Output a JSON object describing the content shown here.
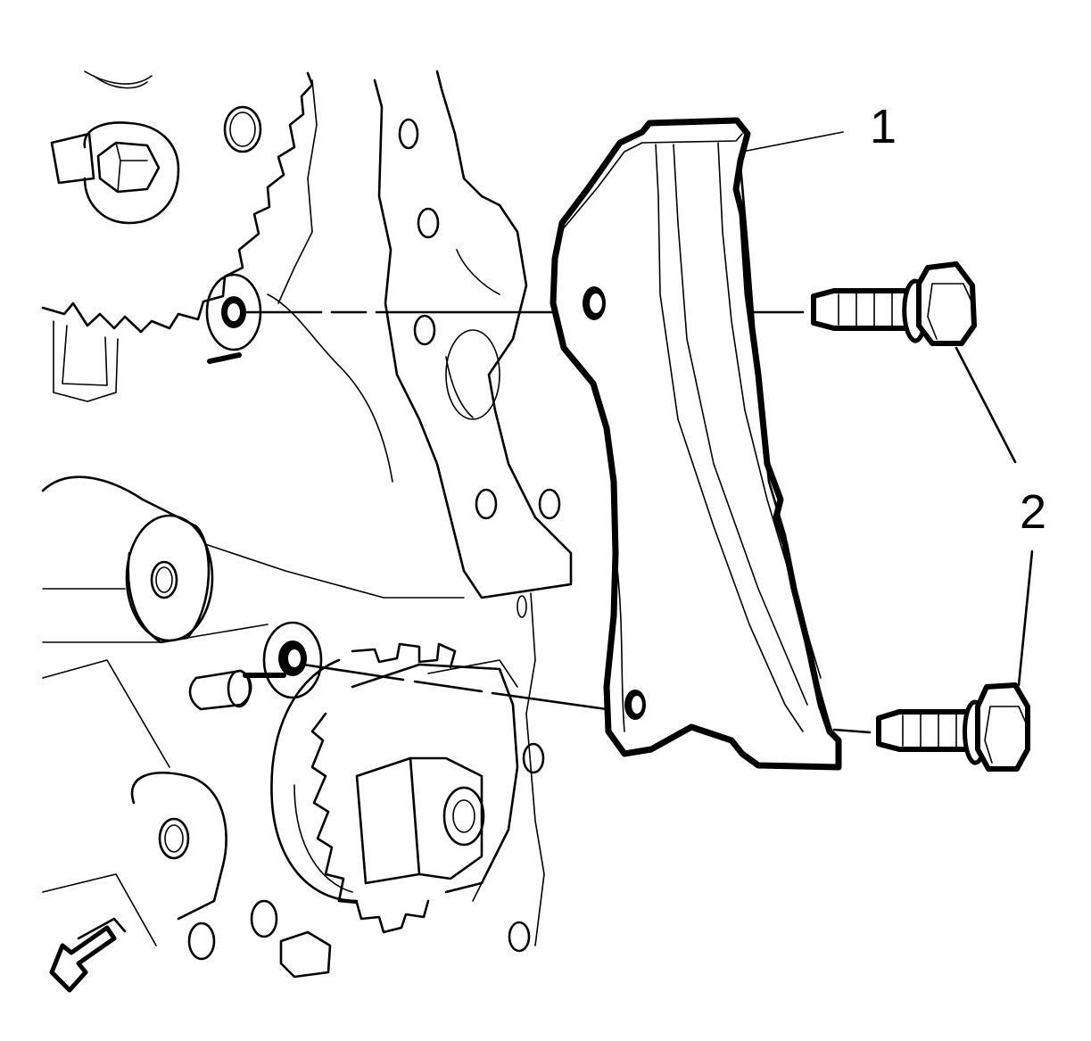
{
  "diagram": {
    "callouts": [
      {
        "id": "1",
        "label": "1"
      },
      {
        "id": "2",
        "label": "2"
      }
    ],
    "colors": {
      "line": "#000000",
      "background": "#ffffff"
    },
    "icons": {
      "direction_arrow": "forward-arrow-icon"
    }
  }
}
